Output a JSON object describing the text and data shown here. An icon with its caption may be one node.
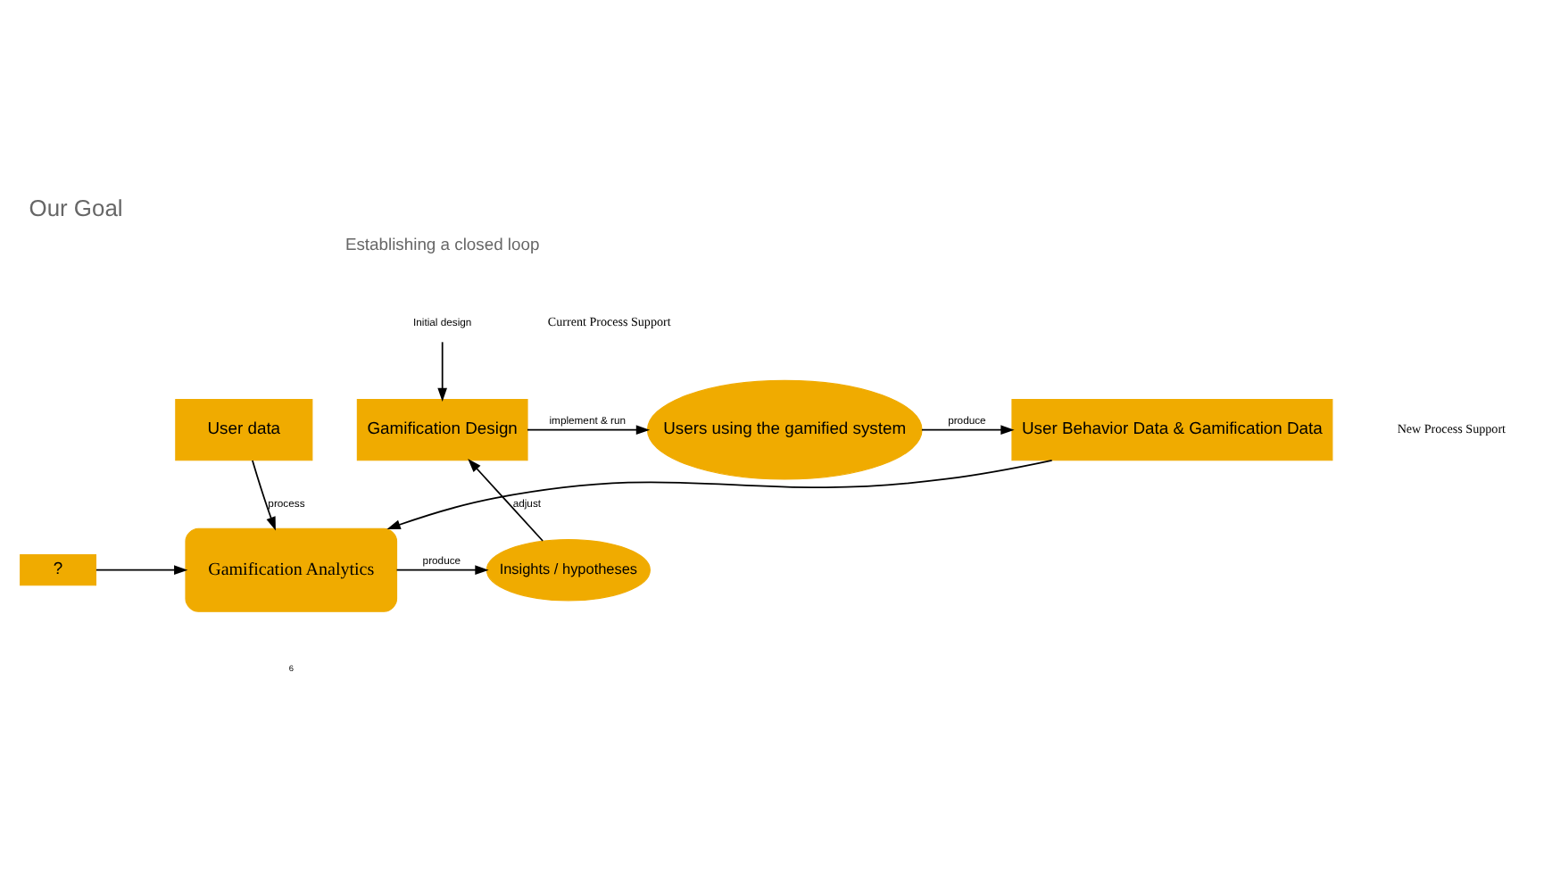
{
  "diagram": {
    "title": "Our Goal",
    "nodes": [
      {
        "text": [
          "Initial design"
        ]
      },
      {
        "text": [
          "Gamification Design"
        ]
      },
      {
        "text": [
          "Users using the gamified system"
        ]
      },
      {
        "text": [
          "User Behavior Data & Gamification Data"
        ]
      },
      {
        "text": [
          "User data"
        ]
      },
      {
        "text": [
          "Gamification Analytics"
        ]
      },
      {
        "text": [
          "Insights / hypotheses"
        ]
      },
      {
        "text": [
          "?"
        ]
      }
    ],
    "edges": [
      {
        "from": 0,
        "to": 1,
        "arrow": "to"
      },
      {
        "from": 1,
        "to": 2,
        "arrow": "to",
        "label": "implement & run"
      },
      {
        "from": 2,
        "to": 3,
        "arrow": "to",
        "label": "produce"
      },
      {
        "from": 3,
        "to": 5,
        "arrow": "to"
      },
      {
        "from": 4,
        "to": 5,
        "arrow": "to",
        "label": "process"
      },
      {
        "from": 7,
        "to": 5,
        "arrow": "to"
      },
      {
        "from": 5,
        "to": 6,
        "arrow": "to",
        "label": "produce"
      },
      {
        "from": 6,
        "to": 1,
        "arrow": "to",
        "label": "adjust"
      }
    ],
    "labels": [
      "Establishing a closed loop",
      "Current Process Support",
      "New Process Support",
      "6"
    ]
  }
}
